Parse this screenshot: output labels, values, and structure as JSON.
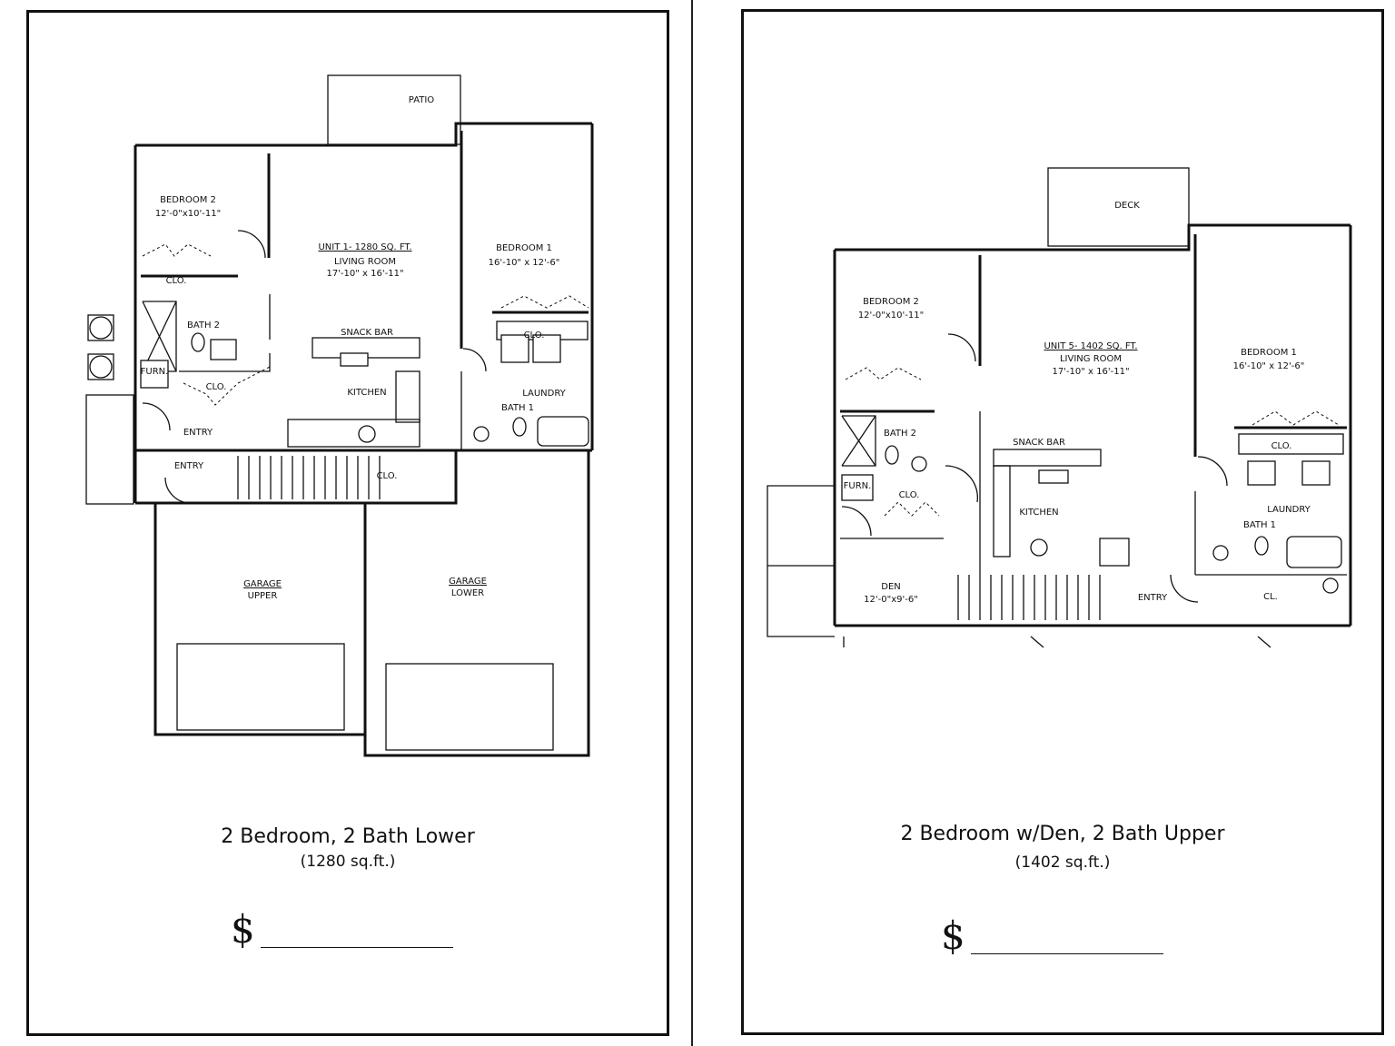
{
  "left": {
    "title": "2 Bedroom, 2 Bath Lower",
    "subtitle": "(1280 sq.ft.)",
    "price_symbol": "$",
    "rooms": {
      "patio": "PATIO",
      "bedroom2": "BEDROOM 2",
      "bedroom2_size": "12'-0\"x10'-11\"",
      "unit": "UNIT 1- 1280 SQ. FT.",
      "living": "LIVING ROOM",
      "living_size": "17'-10\" x 16'-11\"",
      "bedroom1": "BEDROOM 1",
      "bedroom1_size": "16'-10\" x 12'-6\"",
      "clo_a": "CLO.",
      "bath2": "BATH 2",
      "snack": "SNACK BAR",
      "clo_b": "CLO.",
      "furn": "FURN.",
      "clo_c": "CLO.",
      "kitchen": "KITCHEN",
      "laundry": "LAUNDRY",
      "bath1": "BATH 1",
      "entry_a": "ENTRY",
      "entry_b": "ENTRY",
      "clo_d": "CLO.",
      "garage_upper_a": "GARAGE",
      "garage_upper_b": "UPPER",
      "garage_lower_a": "GARAGE",
      "garage_lower_b": "LOWER"
    }
  },
  "right": {
    "title": "2 Bedroom w/Den, 2 Bath Upper",
    "subtitle": "(1402 sq.ft.)",
    "price_symbol": "$",
    "rooms": {
      "deck": "DECK",
      "bedroom2": "BEDROOM 2",
      "bedroom2_size": "12'-0\"x10'-11\"",
      "unit": "UNIT 5- 1402 SQ. FT.",
      "living": "LIVING ROOM",
      "living_size": "17'-10\" x 16'-11\"",
      "bedroom1": "BEDROOM 1",
      "bedroom1_size": "16'-10\" x 12'-6\"",
      "bath2": "BATH 2",
      "snack": "SNACK BAR",
      "clo_a": "CLO.",
      "furn": "FURN.",
      "clo_b": "CLO.",
      "kitchen": "KITCHEN",
      "laundry": "LAUNDRY",
      "bath1": "BATH 1",
      "den": "DEN",
      "den_size": "12'-0\"x9'-6\"",
      "entry": "ENTRY",
      "cl": "CL."
    }
  }
}
